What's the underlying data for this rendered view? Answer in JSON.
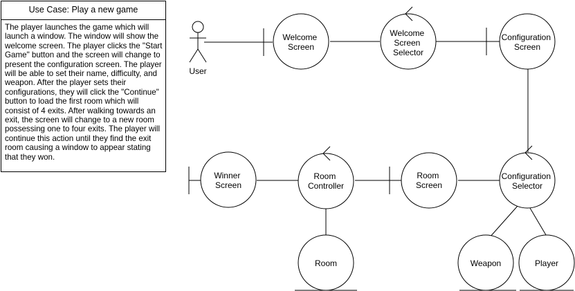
{
  "use_case": {
    "title": "Use Case: Play a new game",
    "description": "The player launches the game which will launch a window. The window will show the welcome screen. The player clicks the \"Start Game\" button and the screen will change to present the configuration screen. The player will be able to set their name, difficulty, and weapon. After the player sets their configurations, they will click the \"Continue\" button to load the first room which will consist of 4 exits. After walking towards an exit, the screen will change to a new room possessing one to four exits. The player will continue this action until they find the exit room causing a window to appear stating that they won."
  },
  "actor": {
    "label": "User"
  },
  "nodes": {
    "welcome_screen": {
      "lines": [
        "Welcome",
        "Screen"
      ]
    },
    "welcome_screen_selector": {
      "lines": [
        "Welcome",
        "Screen",
        "Selector"
      ]
    },
    "configuration_screen": {
      "lines": [
        "Configuration",
        "Screen"
      ]
    },
    "configuration_selector": {
      "lines": [
        "Configuration",
        "Selector"
      ]
    },
    "room_screen": {
      "lines": [
        "Room",
        "Screen"
      ]
    },
    "room_controller": {
      "lines": [
        "Room",
        "Controller"
      ]
    },
    "winner_screen": {
      "lines": [
        "Winner",
        "Screen"
      ]
    },
    "room": {
      "lines": [
        "Room"
      ]
    },
    "weapon": {
      "lines": [
        "Weapon"
      ]
    },
    "player": {
      "lines": [
        "Player"
      ]
    }
  },
  "colors": {
    "stroke": "#000000",
    "fill": "#ffffff"
  }
}
